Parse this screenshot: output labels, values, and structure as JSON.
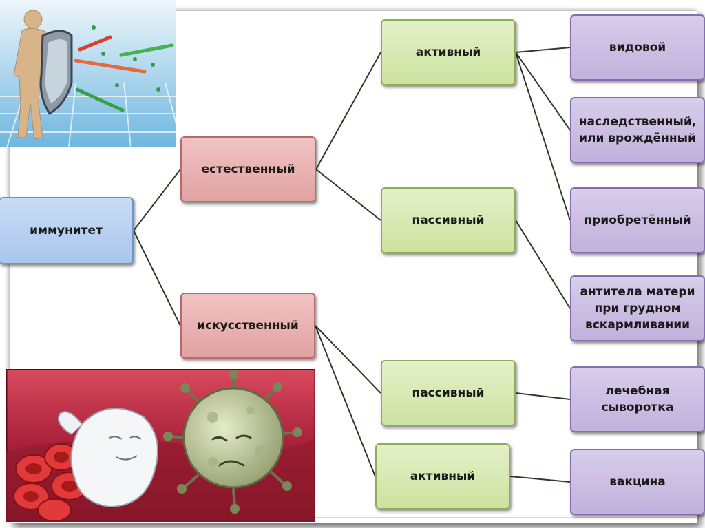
{
  "diagram": {
    "root": "иммунитет",
    "natural": "естественный",
    "artificial": "искусственный",
    "natural_active": "активный",
    "natural_passive": "пассивный",
    "artificial_passive": "пассивный",
    "artificial_active": "активный",
    "leaves": {
      "species": "видовой",
      "hereditary": "наследственный, или врождённый",
      "acquired": "приобретённый",
      "antibodies": "антитела матери при грудном вскармливании",
      "serum": "лечебная сыворотка",
      "vaccine": "вакцина"
    }
  },
  "colors": {
    "root": "#b7cff0",
    "level1": "#e9b3b3",
    "level2": "#d6e8b0",
    "leaf": "#cbbde2",
    "connector": "#2e3a2a"
  }
}
